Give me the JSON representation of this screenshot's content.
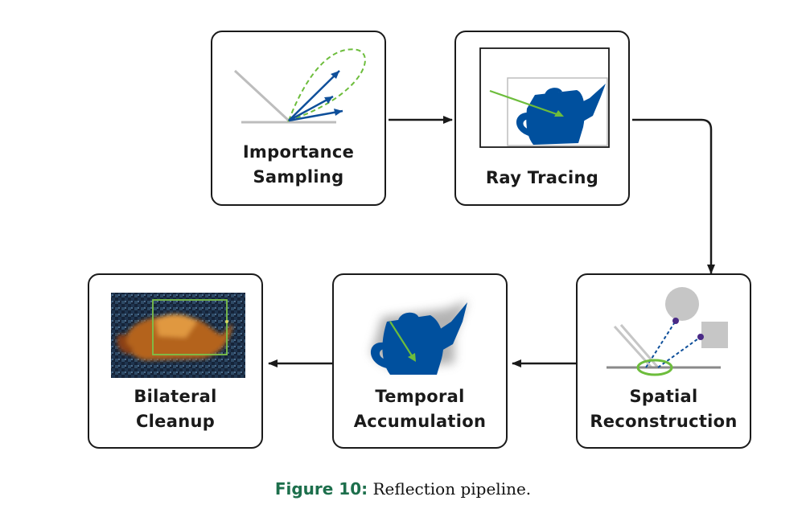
{
  "diagram": {
    "steps": [
      {
        "line1": "Importance",
        "line2": "Sampling"
      },
      {
        "line1": "Ray Tracing"
      },
      {
        "line1": "Spatial",
        "line2": "Reconstruction"
      },
      {
        "line1": "Temporal",
        "line2": "Accumulation"
      },
      {
        "line1": "Bilateral",
        "line2": "Cleanup"
      }
    ]
  },
  "caption": {
    "figure": "Figure 10:",
    "text": "Reflection pipeline."
  },
  "colors": {
    "teapot_blue": "#00509e",
    "ray_green": "#6dbd3c",
    "arrow_blue": "#0e4f9a",
    "gray": "#bdbdbd",
    "caption_green": "#1d6f4c"
  }
}
